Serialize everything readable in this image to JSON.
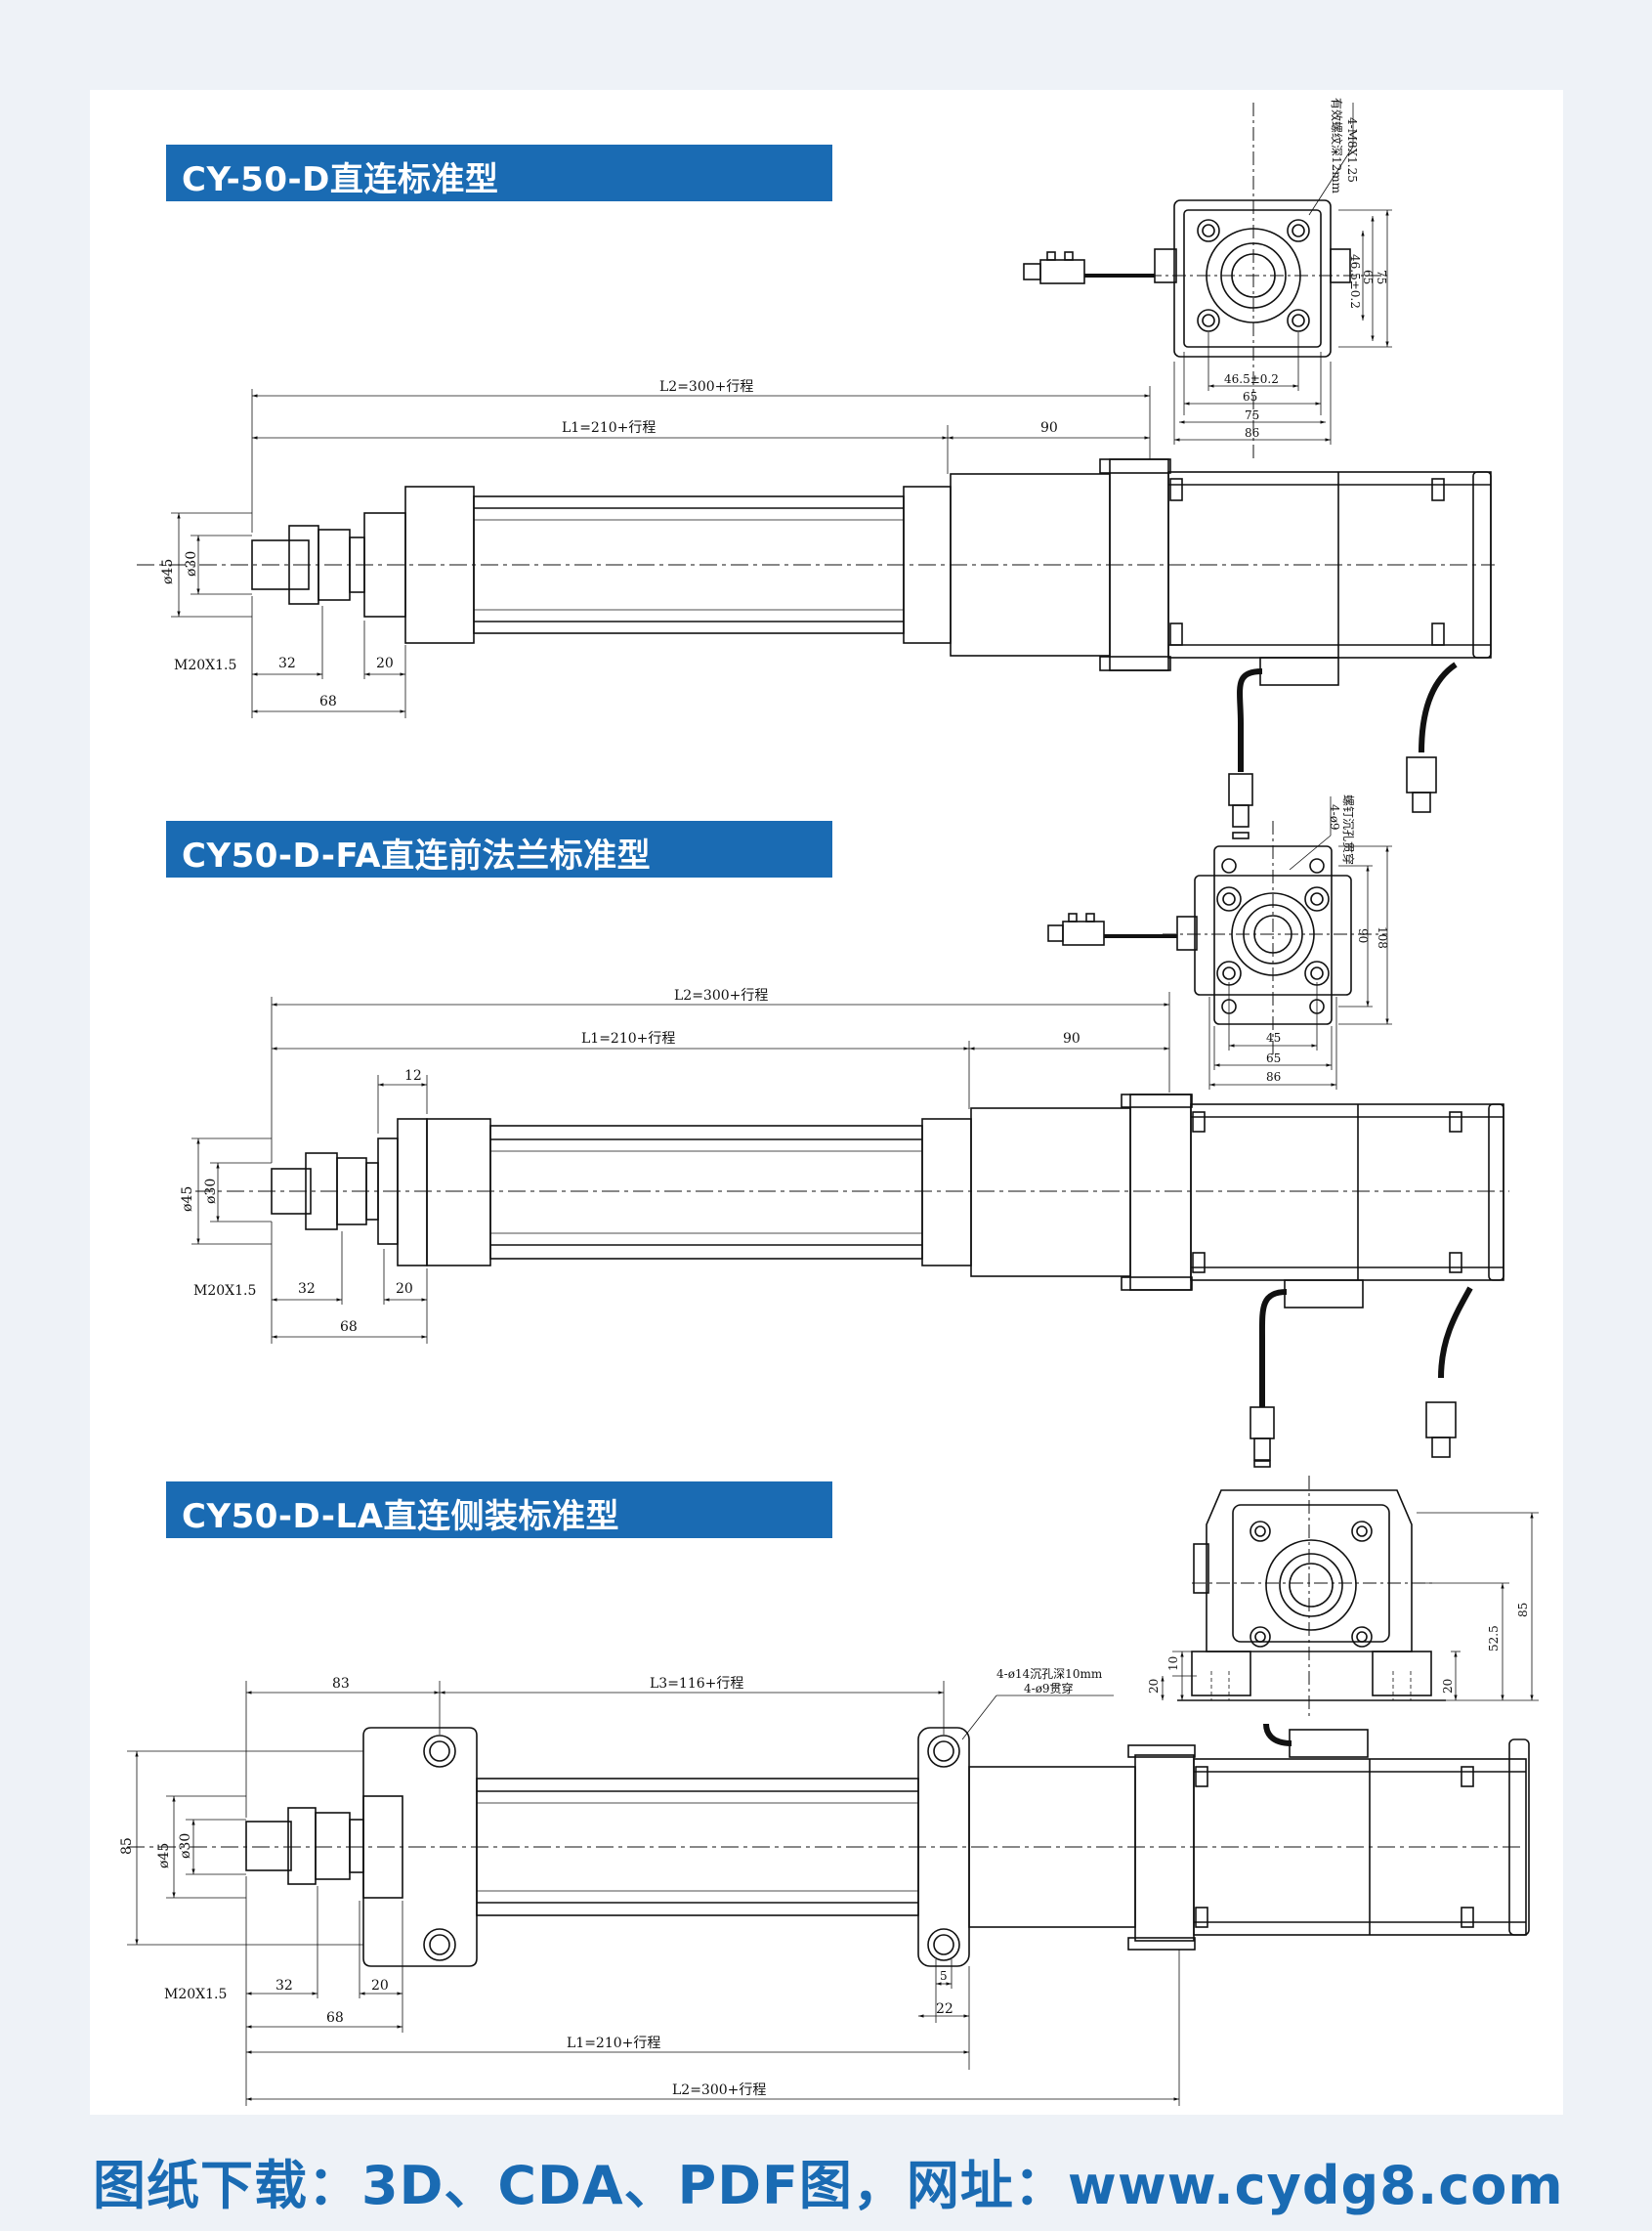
{
  "section_titles": [
    "CY-50-D直连标准型",
    "CY50-D-FA直连前法兰标准型",
    "CY50-D-LA直连侧装标准型"
  ],
  "footer_text": "图纸下载：3D、CDA、PDF图，网址：www.cydg8.com",
  "accent_color": "#1a6bb3",
  "dims": {
    "s1": {
      "l2": "L2=300+行程",
      "l1": "L1=210+行程",
      "d90": "90",
      "d45": "ø45",
      "d30": "ø30",
      "thread": "M20X1.5",
      "d32": "32",
      "d20": "20",
      "d68": "68",
      "note1": "4-M8X1.25",
      "note2": "有效螺纹深12mm",
      "v65": "65",
      "v75": "75",
      "v46": "46.5±0.2",
      "h46": "46.5±0.2",
      "h65": "65",
      "h75": "75",
      "h86": "86"
    },
    "s2": {
      "l2": "L2=300+行程",
      "l1": "L1=210+行程",
      "d90": "90",
      "d12": "12",
      "d45": "ø45",
      "d30": "ø30",
      "thread": "M20X1.5",
      "d32": "32",
      "d20": "20",
      "d68": "68",
      "note1": "4-ø9",
      "note2": "螺钉沉孔贯穿",
      "v90": "90",
      "v108": "108",
      "h45": "45",
      "h65": "65",
      "h86": "86"
    },
    "s3": {
      "d83": "83",
      "l3": "L3=116+行程",
      "note1": "4-ø14沉孔深10mm",
      "note2": "4-ø9贯穿",
      "d85": "85",
      "d45": "ø45",
      "d30": "ø30",
      "thread": "M20X1.5",
      "d32": "32",
      "d20": "20",
      "d68": "68",
      "d5": "5",
      "d22": "22",
      "l1": "L1=210+行程",
      "l2": "L2=300+行程",
      "v85": "85",
      "v52": "52.5",
      "v20": "20",
      "v10": "10",
      "v20b": "20"
    }
  }
}
